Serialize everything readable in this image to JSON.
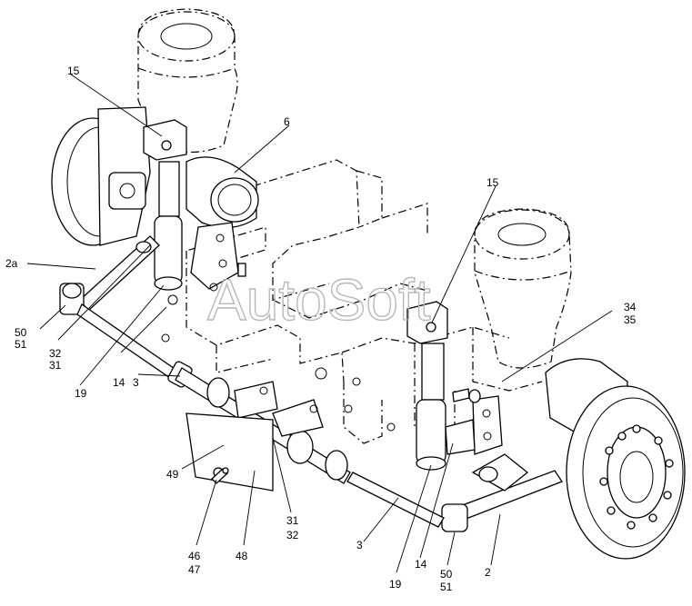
{
  "watermark": "AutoSoft",
  "callouts": [
    {
      "id": "c15a",
      "text": "15"
    },
    {
      "id": "c6",
      "text": "6"
    },
    {
      "id": "c15b",
      "text": "15"
    },
    {
      "id": "c2a",
      "text": "2a"
    },
    {
      "id": "c34",
      "text": "34"
    },
    {
      "id": "c35",
      "text": "35"
    },
    {
      "id": "c50a",
      "text": "50"
    },
    {
      "id": "c51a",
      "text": "51"
    },
    {
      "id": "c31a",
      "text": "31"
    },
    {
      "id": "c32a",
      "text": "32"
    },
    {
      "id": "c19a",
      "text": "19"
    },
    {
      "id": "c14a",
      "text": "14"
    },
    {
      "id": "c3a",
      "text": "3"
    },
    {
      "id": "c49",
      "text": "49"
    },
    {
      "id": "c31b",
      "text": "31"
    },
    {
      "id": "c32b",
      "text": "32"
    },
    {
      "id": "c46",
      "text": "46"
    },
    {
      "id": "c47",
      "text": "47"
    },
    {
      "id": "c48",
      "text": "48"
    },
    {
      "id": "c3b",
      "text": "3"
    },
    {
      "id": "c19b",
      "text": "19"
    },
    {
      "id": "c14b",
      "text": "14"
    },
    {
      "id": "c50b",
      "text": "50"
    },
    {
      "id": "c51b",
      "text": "51"
    },
    {
      "id": "c2",
      "text": "2"
    }
  ]
}
